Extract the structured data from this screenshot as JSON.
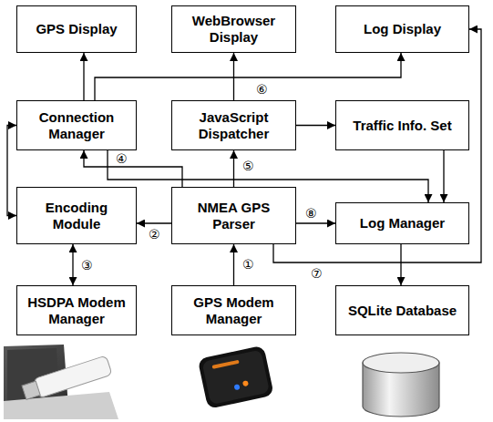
{
  "diagram": {
    "nodes": [
      {
        "text": [
          "GPS Display"
        ]
      },
      {
        "text": [
          "WebBrowser Display"
        ]
      },
      {
        "text": [
          "Log Display"
        ]
      },
      {
        "text": [
          "Connection Manager"
        ]
      },
      {
        "text": [
          "JavaScript Dispatcher"
        ]
      },
      {
        "text": [
          "Traffic Info. Set"
        ]
      },
      {
        "text": [
          "Encoding Module"
        ]
      },
      {
        "text": [
          "NMEA GPS Parser"
        ]
      },
      {
        "text": [
          "Log Manager"
        ]
      },
      {
        "text": [
          "HSDPA Modem Manager"
        ]
      },
      {
        "text": [
          "GPS Modem Manager"
        ]
      },
      {
        "text": [
          "SQLite Database"
        ]
      }
    ],
    "edges": [
      {
        "from": 10,
        "to": 7,
        "arrow": "to"
      },
      {
        "from": 6,
        "to": 9,
        "arrow": "both"
      },
      {
        "from": 7,
        "to": 6,
        "arrow": "to"
      },
      {
        "from": 7,
        "to": 4,
        "arrow": "to"
      },
      {
        "from": 4,
        "to": 1,
        "arrow": "to"
      },
      {
        "from": 4,
        "to": 5,
        "arrow": "to"
      },
      {
        "from": 5,
        "to": 8,
        "arrow": "to"
      },
      {
        "from": 8,
        "to": 11,
        "arrow": "to"
      },
      {
        "from": 7,
        "to": 8,
        "arrow": "to"
      },
      {
        "from": 3,
        "to": 6,
        "arrow": "both"
      },
      {
        "from": 3,
        "to": 0,
        "arrow": "to"
      },
      {
        "from": 3,
        "to": 2,
        "arrow": "to"
      },
      {
        "from": 3,
        "to": 8,
        "arrow": "to"
      },
      {
        "from": 7,
        "to": 3,
        "arrow": "to"
      },
      {
        "from": 7,
        "to": 2,
        "arrow": "to"
      }
    ],
    "labels": [
      "①",
      "②",
      "③",
      "④",
      "⑤",
      "⑥",
      "⑦",
      "⑧"
    ]
  }
}
